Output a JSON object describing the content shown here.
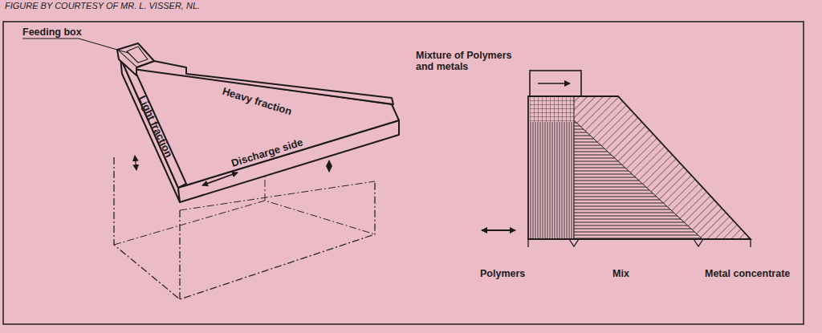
{
  "diagram": {
    "labels": [
      "FIGURE BY COURTESY OF MR. L. VISSER, NL.",
      "Feeding box",
      "Heavy fraction",
      "Light fraction",
      "Discharge side",
      "Mixture of Polymers and metals",
      "Polymers",
      "Mix",
      "Metal concentrate"
    ]
  }
}
